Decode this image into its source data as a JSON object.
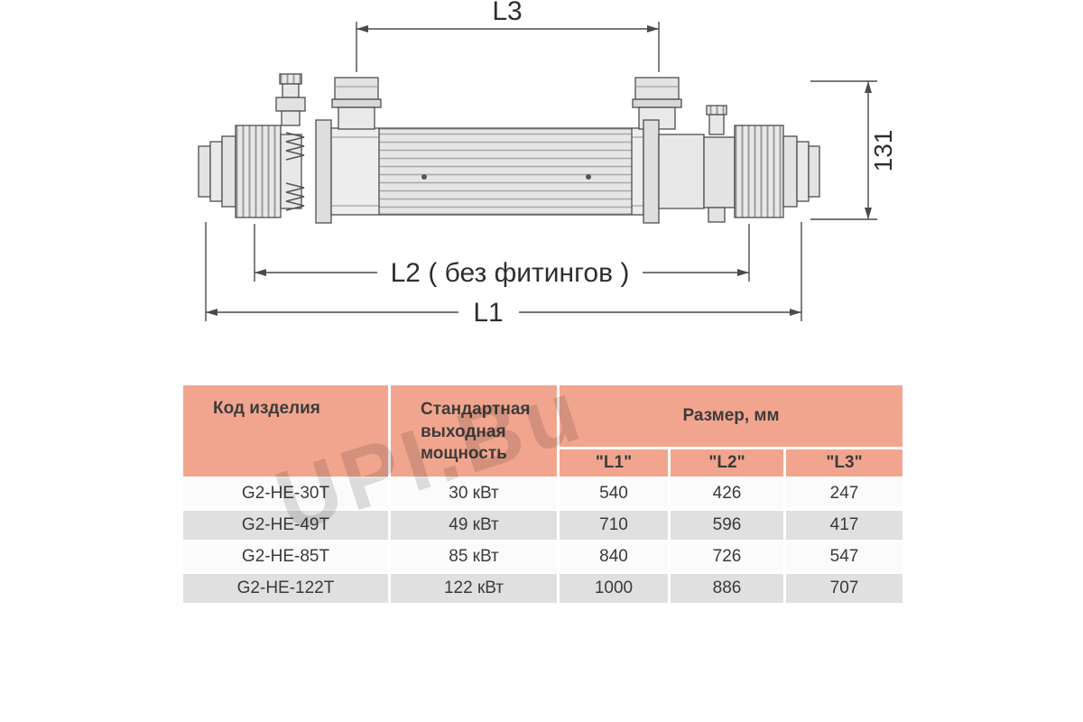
{
  "drawing": {
    "dim_l3": "L3",
    "dim_height": "131",
    "dim_l2": "L2 ( без фитингов )",
    "dim_l1": "L1"
  },
  "watermark": {
    "text": "UPI.Bu"
  },
  "table": {
    "header": {
      "code": "Код изделия",
      "power": "Стандартная выходная мощность",
      "size": "Размер, мм",
      "sub": [
        "\"L1\"",
        "\"L2\"",
        "\"L3\""
      ]
    },
    "rows": [
      {
        "code": "G2-HE-30T",
        "power": "30 кВт",
        "l1": "540",
        "l2": "426",
        "l3": "247"
      },
      {
        "code": "G2-HE-49T",
        "power": "49 кВт",
        "l1": "710",
        "l2": "596",
        "l3": "417"
      },
      {
        "code": "G2-HE-85T",
        "power": "85 кВт",
        "l1": "840",
        "l2": "726",
        "l3": "547"
      },
      {
        "code": "G2-HE-122T",
        "power": "122 кВт",
        "l1": "1000",
        "l2": "886",
        "l3": "707"
      }
    ]
  },
  "colors": {
    "table_header_bg": "#f2a58e",
    "table_row_alt_bg": "#e0e0e0",
    "drawing_outline": "#4d4d4d"
  }
}
